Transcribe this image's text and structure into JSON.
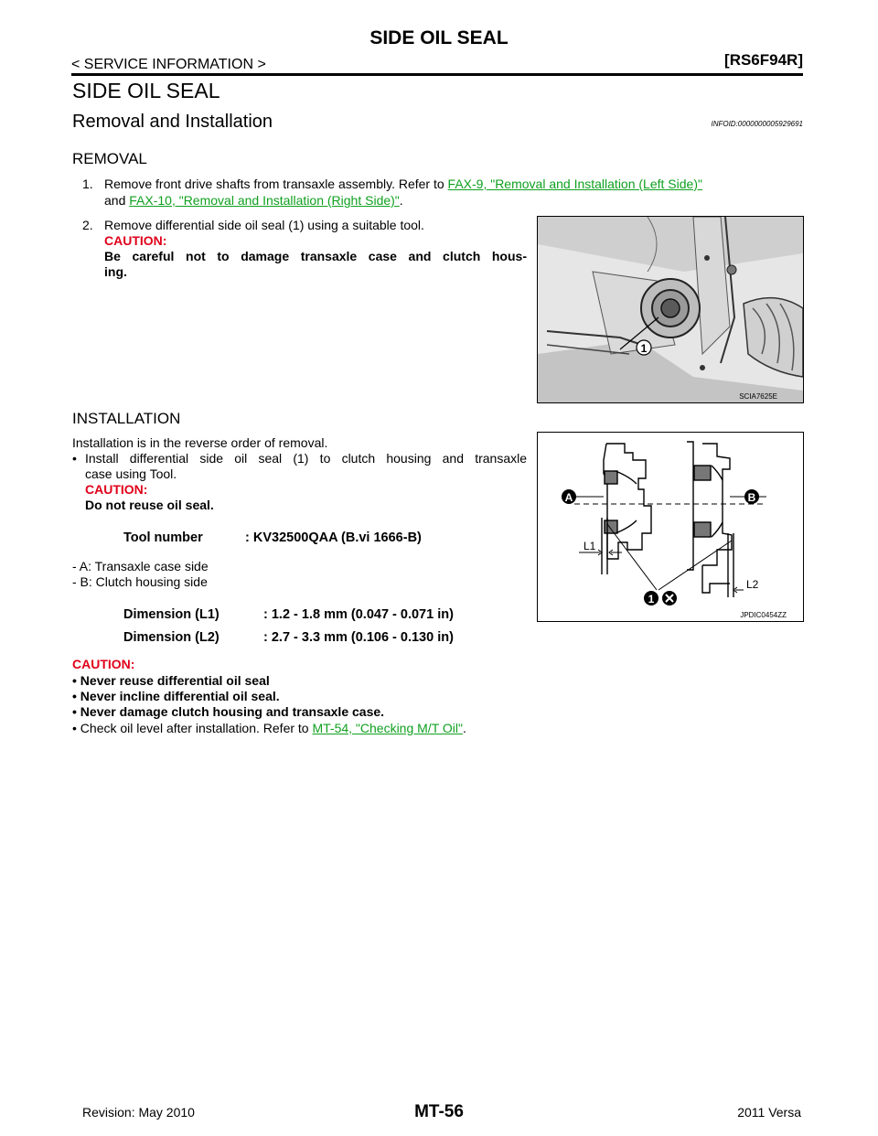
{
  "header": {
    "title": "SIDE OIL SEAL",
    "section": "< SERVICE INFORMATION >",
    "model_code": "[RS6F94R]"
  },
  "page_title": "SIDE OIL SEAL",
  "subtitle": "Removal and Installation",
  "info_id": "INFOID:0000000005929691",
  "removal": {
    "heading": "REMOVAL",
    "step1_prefix": "1.",
    "step1_text": "Remove front drive shafts from transaxle assembly. Refer to ",
    "step1_link1": "FAX-9, \"Removal and Installation (Left Side)\"",
    "step1_and": "and ",
    "step1_link2": "FAX-10, \"Removal and Installation (Right Side)\"",
    "step1_end": ".",
    "step2_prefix": "2.",
    "step2_text": "Remove differential side oil seal (1) using a suitable tool.",
    "caution_label": "CAUTION:",
    "caution_line1": "Be careful not to damage transaxle case and clutch hous-",
    "caution_line2": "ing.",
    "figure_code": "SCIA7625E",
    "figure_callout": "1"
  },
  "installation": {
    "heading": "INSTALLATION",
    "intro": "Installation is in the reverse order of removal.",
    "bullet_line1": "Install differential side oil seal (1) to clutch housing and transaxle",
    "bullet_line2": "case using Tool.",
    "caution_label": "CAUTION:",
    "caution_text": "Do not reuse oil seal.",
    "tool_label": "Tool number",
    "tool_value": ": KV32500QAA (B.vi 1666-B)",
    "note_a": "- A: Transaxle case side",
    "note_b": "- B: Clutch housing side",
    "dim1_label": "Dimension (L1)",
    "dim1_value": ": 1.2 - 1.8 mm (0.047 - 0.071 in)",
    "dim2_label": "Dimension (L2)",
    "dim2_value": ": 2.7 - 3.3 mm (0.106 - 0.130 in)",
    "figure_code": "JPDIC0454ZZ",
    "figure_label_a": "A",
    "figure_label_b": "B",
    "figure_label_l1": "L1",
    "figure_label_l2": "L2",
    "figure_callout": "1",
    "final_caution_label": "CAUTION:",
    "final_caution_1": "• Never reuse differential oil seal",
    "final_caution_2": "• Never incline differential oil seal.",
    "final_caution_3": "• Never damage clutch housing and transaxle case.",
    "check_text": "• Check oil level after installation. Refer to ",
    "check_link": "MT-54, \"Checking M/T Oil\"",
    "check_end": "."
  },
  "footer": {
    "revision": "Revision: May 2010",
    "page": "MT-56",
    "edition": "2011 Versa"
  },
  "colors": {
    "link": "#10a020",
    "caution": "#e0001a"
  }
}
